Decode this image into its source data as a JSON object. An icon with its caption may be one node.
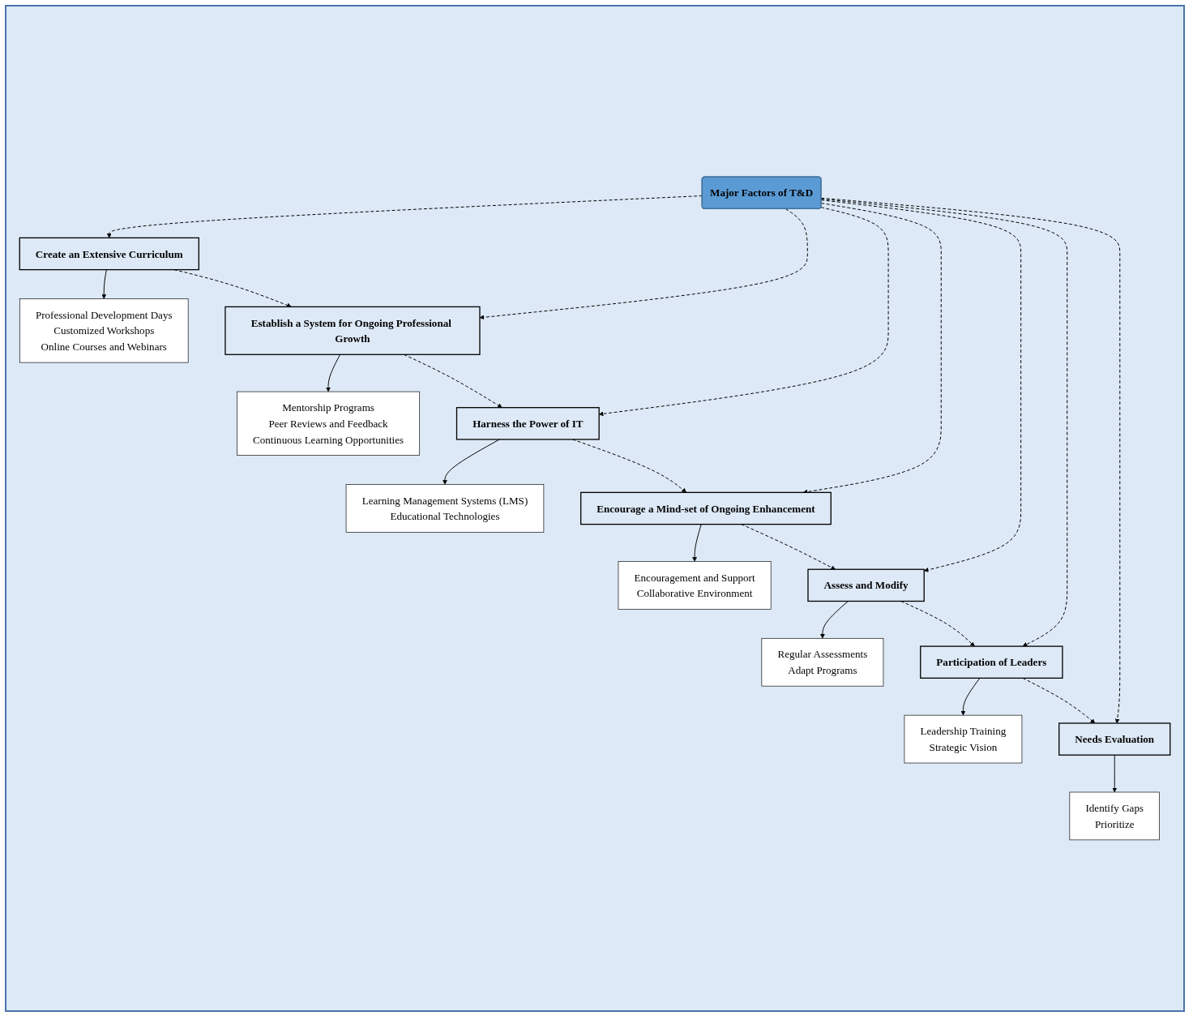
{
  "diagram": {
    "nodes": [
      {
        "text": [
          "Major Factors of T&D"
        ]
      },
      {
        "text": [
          "Create an Extensive Curriculum"
        ]
      },
      {
        "text": [
          "Establish a System for Ongoing Professional Growth"
        ]
      },
      {
        "text": [
          "Harness the Power of IT"
        ]
      },
      {
        "text": [
          "Encourage a Mind-set of Ongoing Enhancement"
        ]
      },
      {
        "text": [
          "Assess and Modify"
        ]
      },
      {
        "text": [
          "Participation of Leaders"
        ]
      },
      {
        "text": [
          "Needs Evaluation"
        ]
      },
      {
        "text": [
          "Professional Development Days",
          "Customized Workshops",
          "Online Courses and Webinars"
        ]
      },
      {
        "text": [
          "Mentorship Programs",
          "Peer Reviews and Feedback",
          "Continuous Learning Opportunities"
        ]
      },
      {
        "text": [
          "Learning Management Systems (LMS)",
          "Educational Technologies"
        ]
      },
      {
        "text": [
          "Encouragement and Support",
          "Collaborative Environment"
        ]
      },
      {
        "text": [
          "Regular Assessments",
          "Adapt Programs"
        ]
      },
      {
        "text": [
          "Leadership Training",
          "Strategic Vision"
        ]
      },
      {
        "text": [
          "Identify Gaps",
          "Prioritize"
        ]
      }
    ],
    "edges": [
      {
        "from": 0,
        "to": 1,
        "arrow": "to",
        "style": "dashed"
      },
      {
        "from": 0,
        "to": 2,
        "arrow": "to",
        "style": "dashed"
      },
      {
        "from": 0,
        "to": 3,
        "arrow": "to",
        "style": "dashed"
      },
      {
        "from": 0,
        "to": 4,
        "arrow": "to",
        "style": "dashed"
      },
      {
        "from": 0,
        "to": 5,
        "arrow": "to",
        "style": "dashed"
      },
      {
        "from": 0,
        "to": 6,
        "arrow": "to",
        "style": "dashed"
      },
      {
        "from": 0,
        "to": 7,
        "arrow": "to",
        "style": "dashed"
      },
      {
        "from": 1,
        "to": 2,
        "arrow": "to",
        "style": "dashed"
      },
      {
        "from": 2,
        "to": 3,
        "arrow": "to",
        "style": "dashed"
      },
      {
        "from": 3,
        "to": 4,
        "arrow": "to",
        "style": "dashed"
      },
      {
        "from": 4,
        "to": 5,
        "arrow": "to",
        "style": "dashed"
      },
      {
        "from": 5,
        "to": 6,
        "arrow": "to",
        "style": "dashed"
      },
      {
        "from": 6,
        "to": 7,
        "arrow": "to",
        "style": "dashed"
      },
      {
        "from": 1,
        "to": 8,
        "arrow": "to"
      },
      {
        "from": 2,
        "to": 9,
        "arrow": "to"
      },
      {
        "from": 3,
        "to": 10,
        "arrow": "to"
      },
      {
        "from": 4,
        "to": 11,
        "arrow": "to"
      },
      {
        "from": 5,
        "to": 12,
        "arrow": "to"
      },
      {
        "from": 6,
        "to": 13,
        "arrow": "to"
      },
      {
        "from": 7,
        "to": 14,
        "arrow": "to"
      }
    ]
  }
}
